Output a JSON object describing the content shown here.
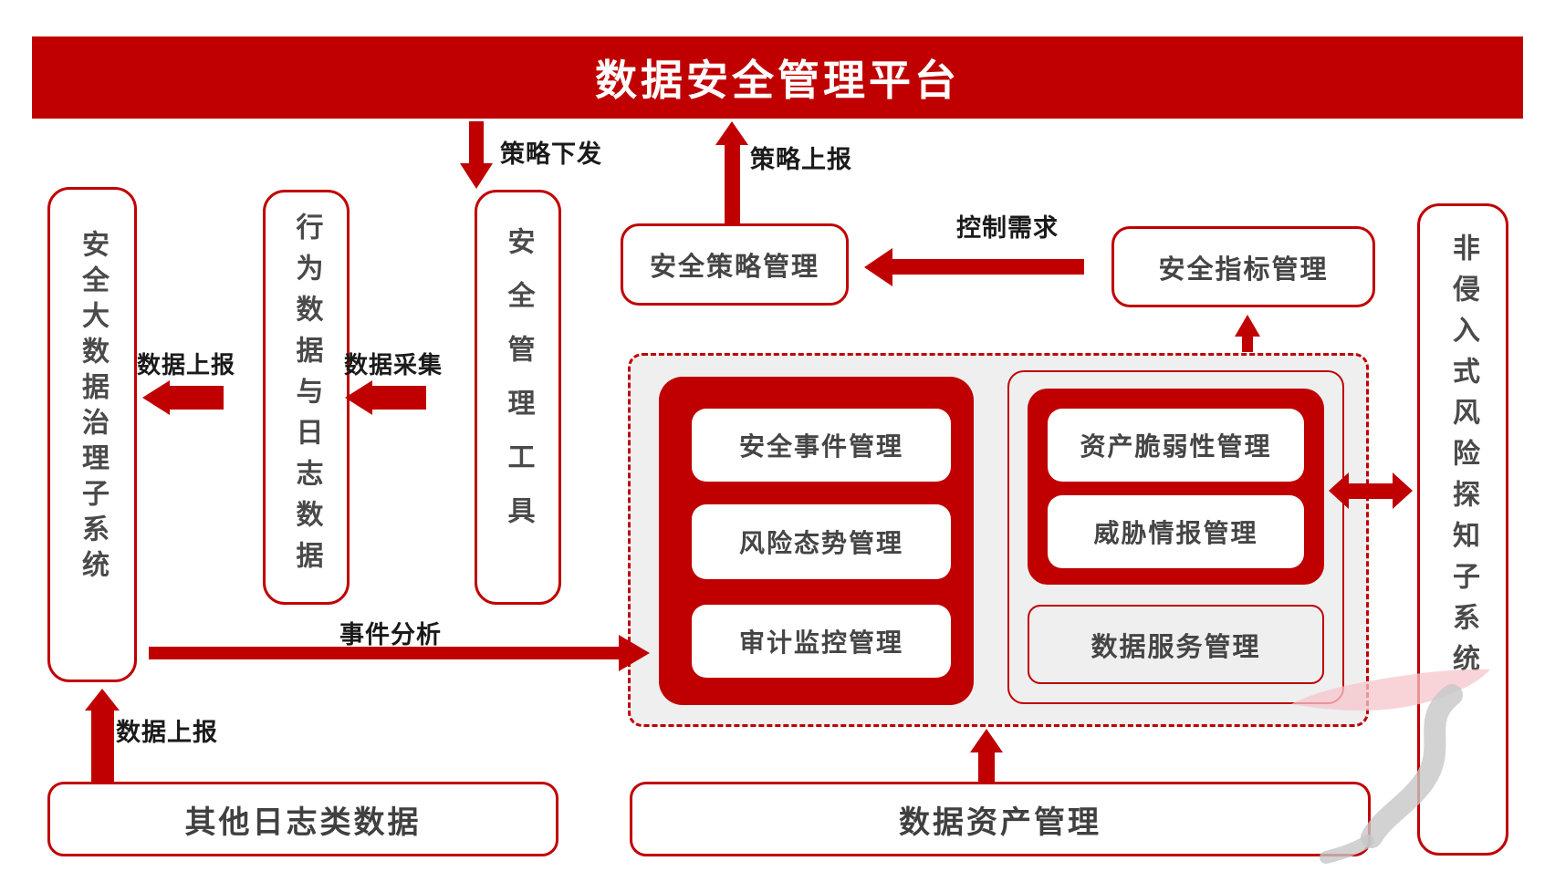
{
  "title": "数据安全管理平台",
  "colors": {
    "accent_red": "#c00000",
    "panel_gray": "#efeff0",
    "box_text": "#454545",
    "label_text": "#1a1a1a"
  },
  "left_columns": {
    "governance": "安全大数据治理子系统",
    "behavior_log": "行为数据与日志数据",
    "mgmt_tool": "安全管理工具"
  },
  "right_column": {
    "non_intrusive": "非侵入式风险探知子系统"
  },
  "policy_boxes": {
    "policy": "安全策略管理",
    "indicator": "安全指标管理"
  },
  "arrow_labels": {
    "policy_down": "策略下发",
    "policy_up": "策略上报",
    "control_demand": "控制需求",
    "data_report_mid": "数据上报",
    "data_collect": "数据采集",
    "event_analysis": "事件分析",
    "data_report_bottom": "数据上报"
  },
  "center_panel": {
    "monitor_group": [
      "安全事件管理",
      "风险态势管理",
      "审计监控管理"
    ],
    "asset_group": [
      "资产脆弱性管理",
      "威胁情报管理"
    ],
    "data_service": "数据服务管理"
  },
  "bottom_boxes": {
    "other_logs": "其他日志类数据",
    "data_asset": "数据资产管理"
  }
}
